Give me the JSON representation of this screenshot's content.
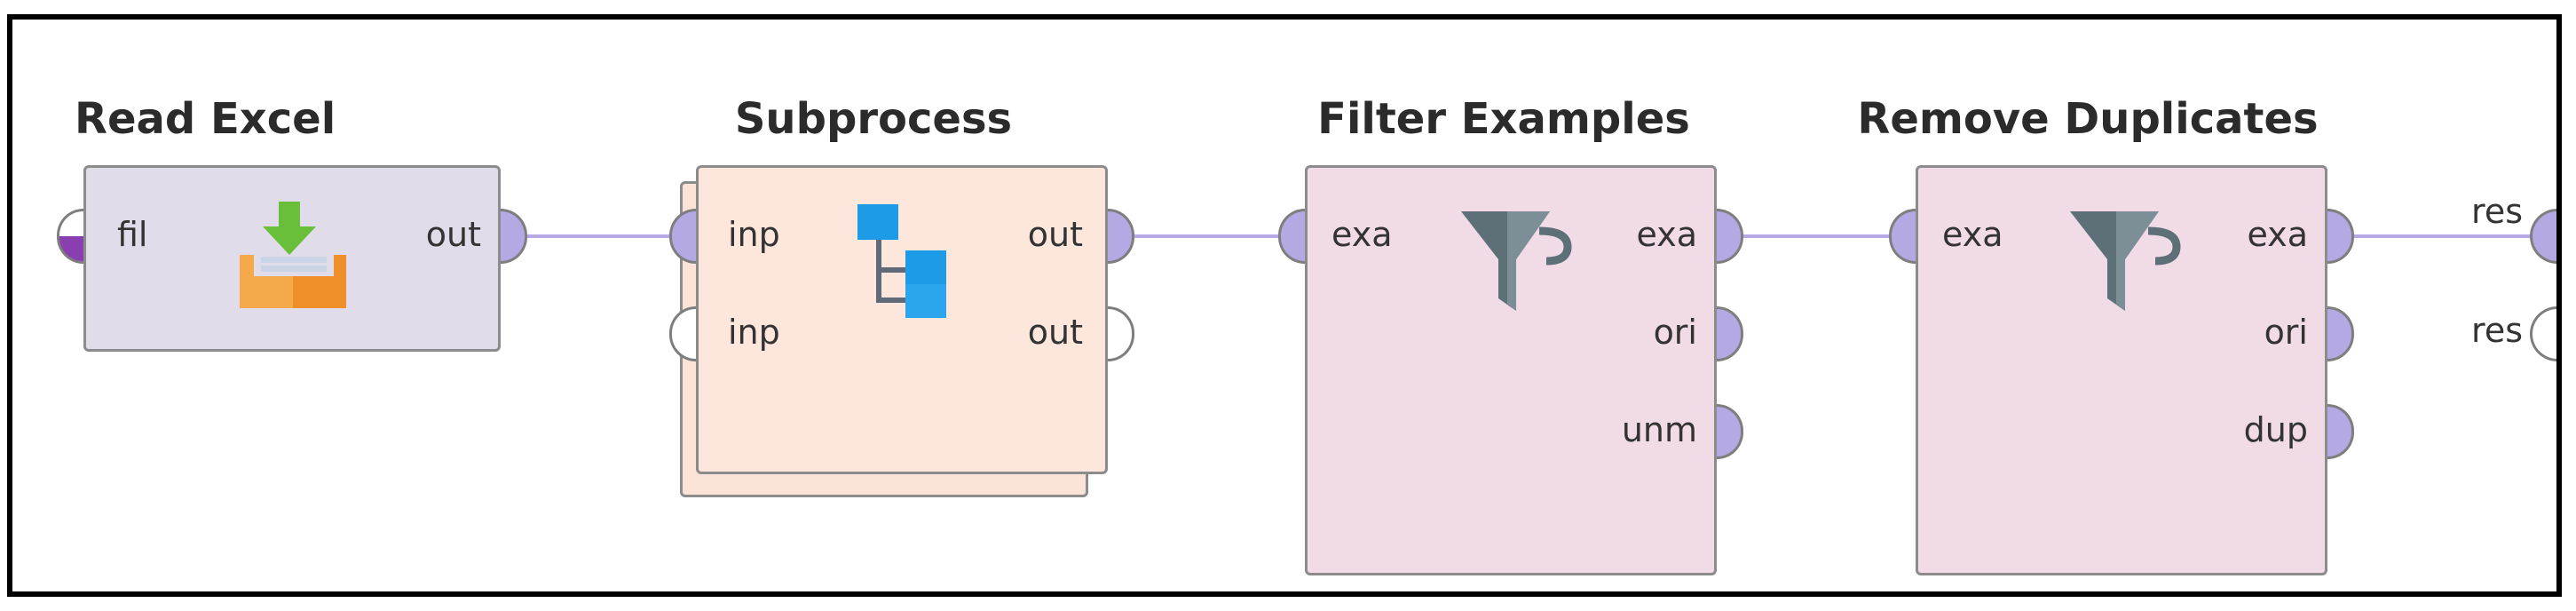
{
  "canvas": {
    "background": "#ffffff",
    "wire_color": "#b7a9e6"
  },
  "operators": [
    {
      "id": "read-excel",
      "title": "Read Excel",
      "color": "#e1dcea",
      "icon": "download-tray-icon",
      "inputs": [
        {
          "label": "fil",
          "state": "partial"
        }
      ],
      "outputs": [
        {
          "label": "out",
          "state": "connected"
        }
      ]
    },
    {
      "id": "subprocess",
      "title": "Subprocess",
      "color": "#fde6dc",
      "icon": "hierarchy-icon",
      "inputs": [
        {
          "label": "inp",
          "state": "connected"
        },
        {
          "label": "inp",
          "state": "empty"
        }
      ],
      "outputs": [
        {
          "label": "out",
          "state": "connected"
        },
        {
          "label": "out",
          "state": "empty"
        }
      ]
    },
    {
      "id": "filter-examples",
      "title": "Filter Examples",
      "color": "#f1dbe7",
      "icon": "funnel-icon",
      "inputs": [
        {
          "label": "exa",
          "state": "connected"
        }
      ],
      "outputs": [
        {
          "label": "exa",
          "state": "connected"
        },
        {
          "label": "ori",
          "state": "connected"
        },
        {
          "label": "unm",
          "state": "connected"
        }
      ]
    },
    {
      "id": "remove-duplicates",
      "title": "Remove Duplicates",
      "color": "#f1dbe7",
      "icon": "funnel-icon",
      "inputs": [
        {
          "label": "exa",
          "state": "connected"
        }
      ],
      "outputs": [
        {
          "label": "exa",
          "state": "connected"
        },
        {
          "label": "ori",
          "state": "connected"
        },
        {
          "label": "dup",
          "state": "connected"
        }
      ]
    }
  ],
  "results": [
    {
      "label": "res",
      "state": "connected"
    },
    {
      "label": "res",
      "state": "empty"
    }
  ]
}
